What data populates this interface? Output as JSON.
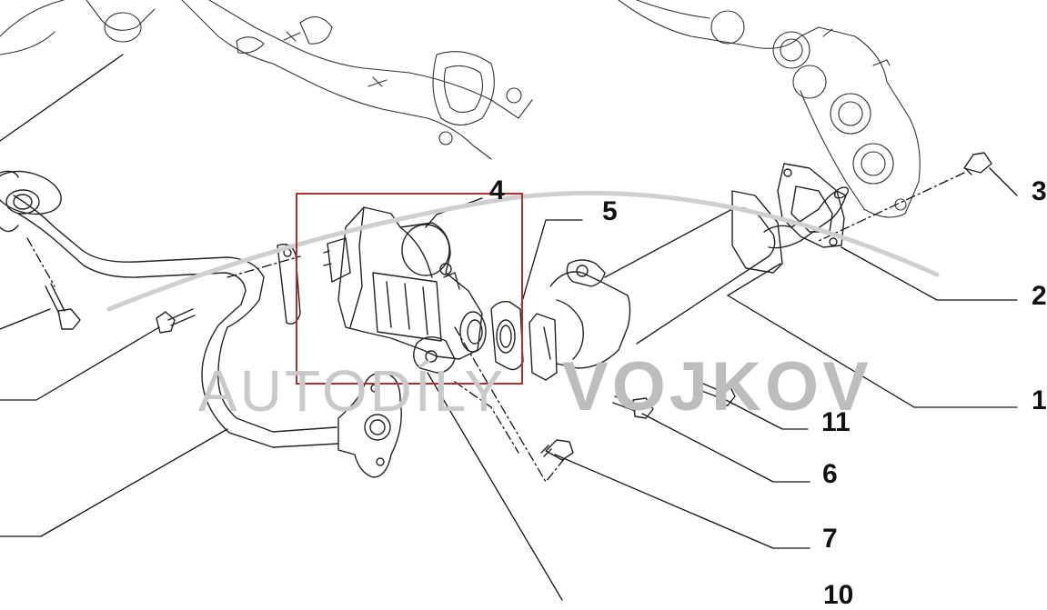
{
  "diagram": {
    "watermark": {
      "light_text": "AUTODÍLY",
      "bold_text": "VOJKOV",
      "color": "#c9c9c9"
    },
    "highlight_color": "#b03030",
    "labels": {
      "l1": "1",
      "l2": "2",
      "l3": "3",
      "l4": "4",
      "l5": "5",
      "l6": "6",
      "l7": "7",
      "l10": "10",
      "l11": "11"
    }
  }
}
